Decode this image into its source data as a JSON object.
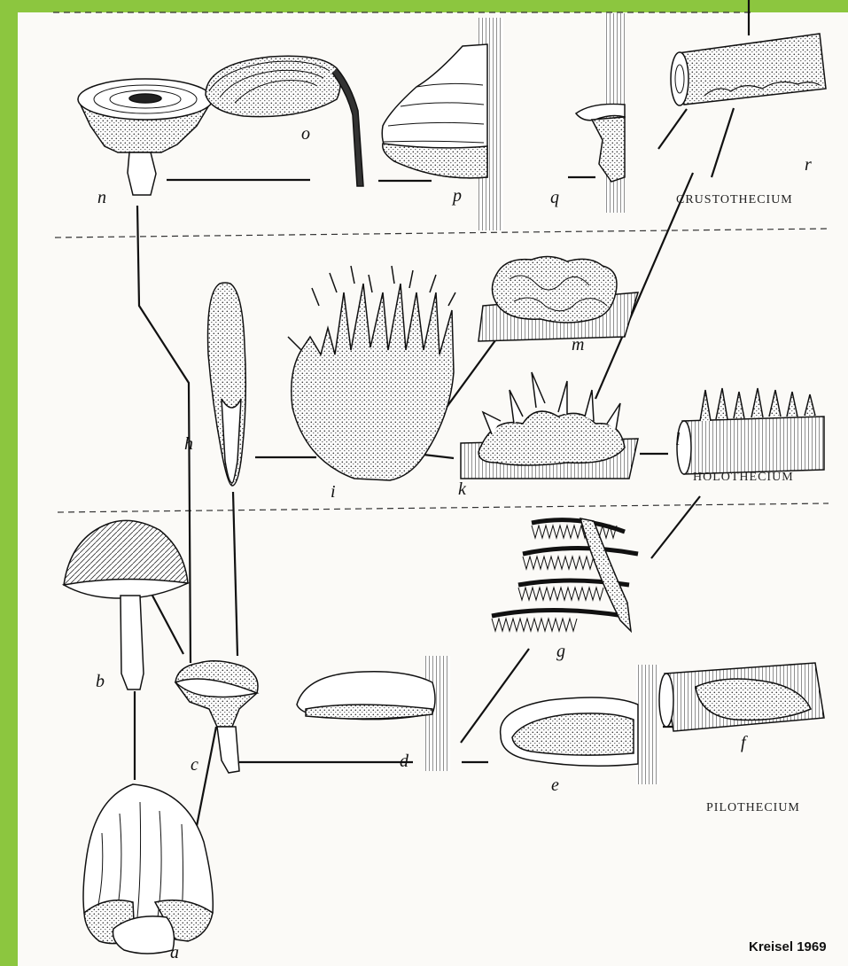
{
  "colors": {
    "frame_green": "#8cc63f",
    "ink": "#1a1a1a",
    "paper": "#fbfaf7"
  },
  "zones": {
    "crust": "CRUSTOTHECIUM",
    "holo": "HOLOTHECIUM",
    "pilo": "PILOTHECIUM"
  },
  "labels": {
    "a": "a",
    "b": "b",
    "c": "c",
    "d": "d",
    "e": "e",
    "f": "f",
    "g": "g",
    "h": "h",
    "i": "i",
    "k": "k",
    "l": "l",
    "m": "m",
    "n": "n",
    "o": "o",
    "p": "p",
    "q": "q",
    "r": "r"
  },
  "credit": "Kreisel 1969"
}
